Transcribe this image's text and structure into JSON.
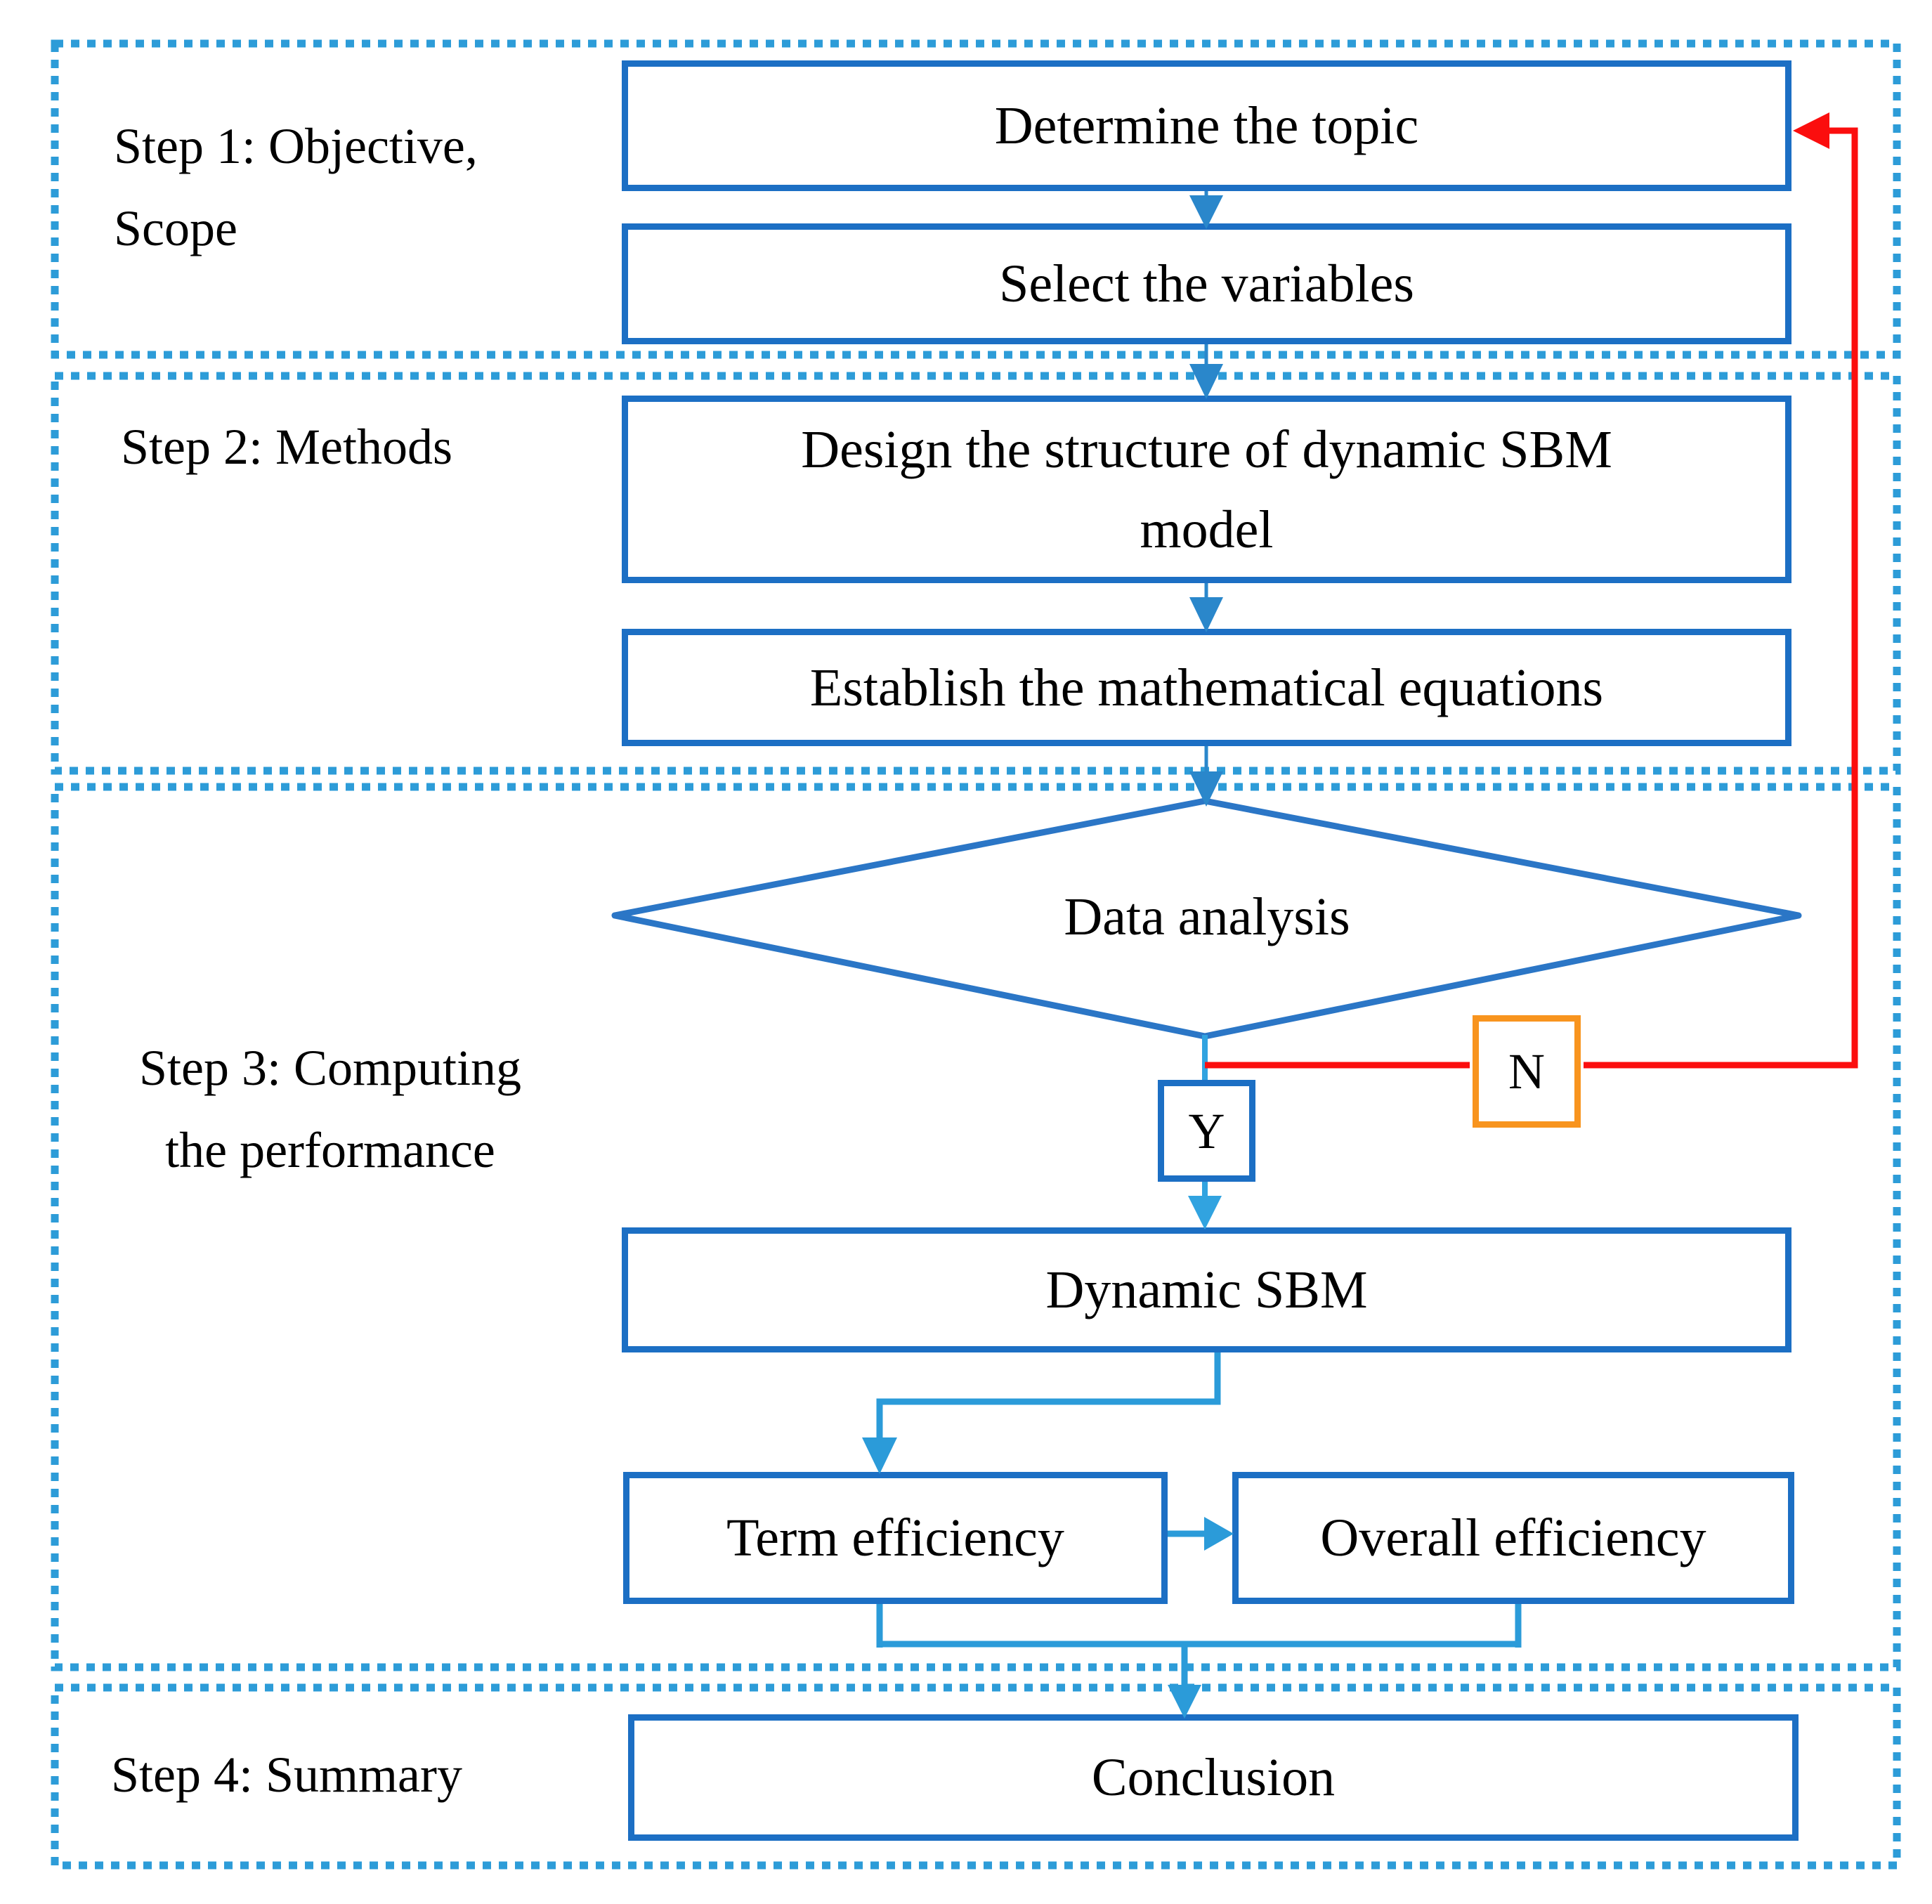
{
  "steps": [
    {
      "lines": [
        "Step 1: Objective,",
        "Scope"
      ]
    },
    {
      "lines": [
        "Step 2: Methods"
      ]
    },
    {
      "lines": [
        "Step 3: Computing",
        "the performance"
      ]
    },
    {
      "lines": [
        "Step 4: Summary"
      ]
    }
  ],
  "nodes": {
    "determine_topic": "Determine the topic",
    "select_variables": "Select the variables",
    "design_structure": "Design the structure of dynamic SBM model",
    "establish_equations": "Establish the mathematical equations",
    "data_analysis": "Data analysis",
    "decision_yes": "Y",
    "decision_no": "N",
    "dynamic_sbm": "Dynamic SBM",
    "term_efficiency": "Term efficiency",
    "overall_efficiency": "Overall efficiency",
    "conclusion": "Conclusion"
  },
  "colors": {
    "box_border": "#1c6fc4",
    "diamond_border": "#2b76c6",
    "arrow_blue": "#2a87cb",
    "arrow_light_blue": "#2b9bd9",
    "stem_blue": "#31a3e0",
    "dotted_border": "#2d9cd8",
    "feedback_red": "#fb0e0e",
    "n_box_border": "#f8941e",
    "text": "#000000"
  }
}
